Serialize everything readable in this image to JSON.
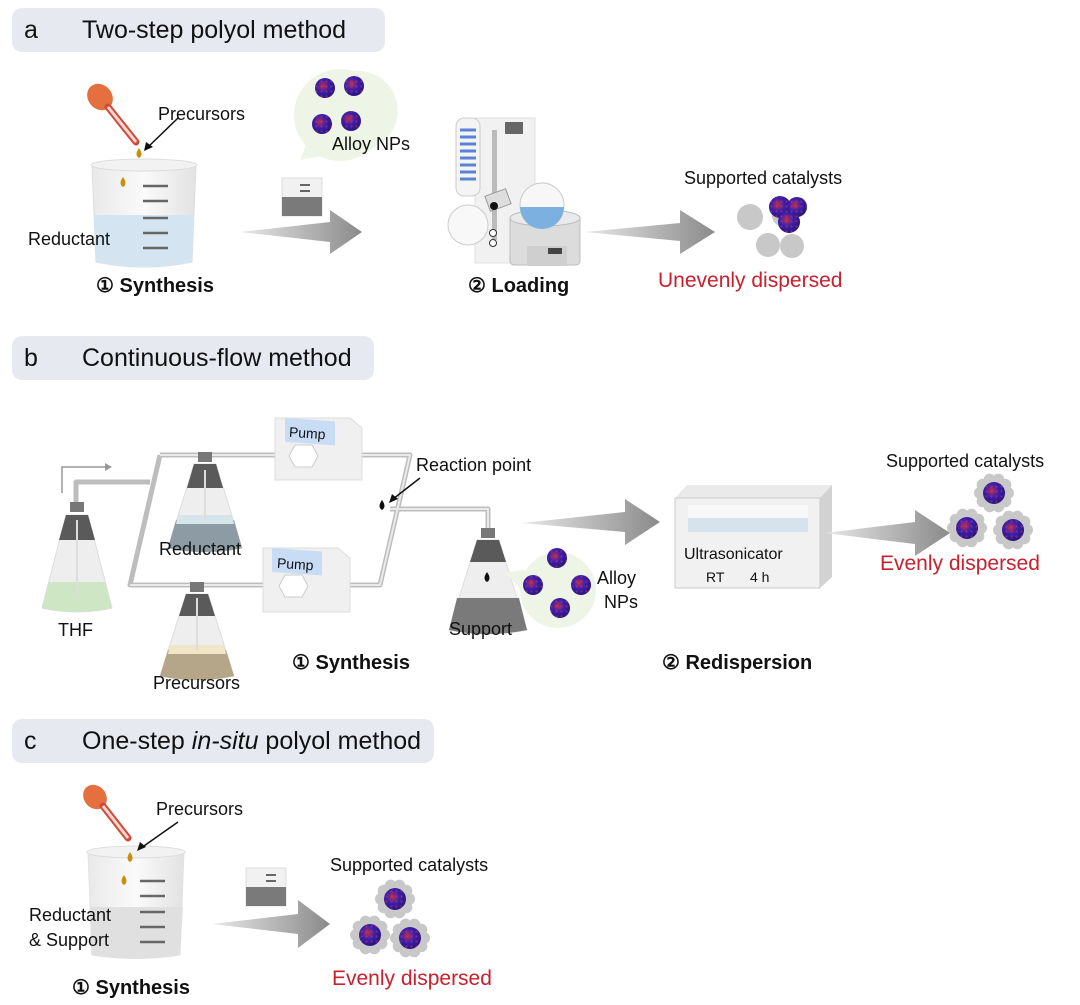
{
  "panels": {
    "a": {
      "letter": "a",
      "title": "Two-step polyol method",
      "labels": {
        "precursors": "Precursors",
        "reductant": "Reductant",
        "alloy_nps": "Alloy NPs",
        "supported": "Supported catalysts",
        "result": "Unevenly dispersed"
      },
      "steps": [
        "① Synthesis",
        "② Loading"
      ]
    },
    "b": {
      "letter": "b",
      "title": "Continuous-flow method",
      "labels": {
        "thf": "THF",
        "reductant": "Reductant",
        "precursors": "Precursors",
        "pump": "Pump",
        "reaction_point": "Reaction point",
        "support": "Support",
        "alloy": "Alloy",
        "nps": "NPs",
        "ultrasonicator": "Ultrasonicator",
        "rt": "RT",
        "time": "4 h",
        "supported": "Supported catalysts",
        "result": "Evenly dispersed"
      },
      "steps": [
        "① Synthesis",
        "② Redispersion"
      ]
    },
    "c": {
      "letter": "c",
      "title_pre": "One-step ",
      "title_italic": "in-situ",
      "title_post": " polyol method",
      "labels": {
        "precursors": "Precursors",
        "reductant": "Reductant",
        "support": "& Support",
        "supported": "Supported catalysts",
        "result": "Evenly dispersed"
      },
      "steps": [
        "① Synthesis"
      ]
    }
  },
  "colors": {
    "header_bg": "#e6eaf0",
    "highlight_red": "#c8202e",
    "np_blue": "#2a1aa0",
    "np_red": "#c0304a",
    "pump_screen": "#c9dcf5"
  }
}
